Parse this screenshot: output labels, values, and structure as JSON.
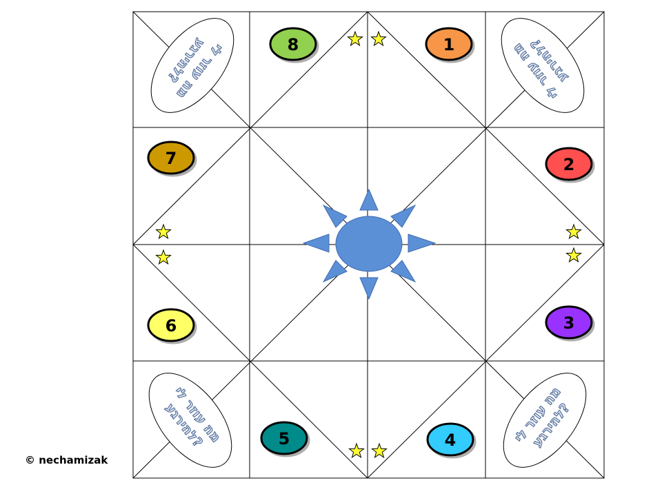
{
  "copyright": "© nechamizak",
  "ovals": {
    "line1": "מה עוזר לי",
    "line2": "להירגע?"
  },
  "numbers": [
    {
      "label": "8",
      "color": "#92d050"
    },
    {
      "label": "1",
      "color": "#f79646"
    },
    {
      "label": "2",
      "color": "#ff5050"
    },
    {
      "label": "3",
      "color": "#9933ff"
    },
    {
      "label": "4",
      "color": "#33ccff"
    },
    {
      "label": "5",
      "color": "#008b8b"
    },
    {
      "label": "6",
      "color": "#ffff66"
    },
    {
      "label": "7",
      "color": "#cc9900"
    }
  ],
  "colors": {
    "sun": "#5b8fd6",
    "star": "#ffff33",
    "grid_line": "#000000"
  },
  "icons": [
    "sun-icon",
    "star-icon"
  ]
}
